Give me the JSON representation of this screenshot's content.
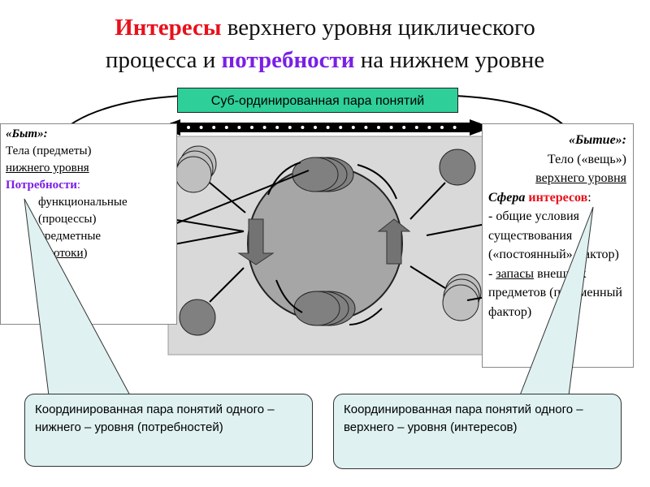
{
  "title": {
    "w1": "Интересы",
    "l1": " верхнего уровня циклического",
    "l2a": "процесса и ",
    "w2": "потребности",
    "l2b": " на нижнем уровне"
  },
  "sub_label": "Суб-ординированная пара понятий",
  "left": {
    "head": "«Быт»:",
    "l1": "Тела (предметы)",
    "l2": "нижнего уровня",
    "l3": "Потребности",
    "l3c": ":",
    "l4": "функциональные",
    "l5": "(процессы)",
    "l6": "предметные",
    "l7a": "(",
    "l7b": "потоки",
    ")": ")",
    "l7c": ")"
  },
  "right": {
    "head": "«Бытие»:",
    "l1": "Тело («вещь»)",
    "l2": "верхнего уровня",
    "l3a": "Сфера ",
    "l3b": "интересов",
    "l3c": ":",
    "l4": "- общие условия существования («постоянный» фактор)",
    "l5a": "- ",
    "l5b": "запасы",
    "l5c": " внешних предметов (переменный фактор)"
  },
  "callout_left": "Координированная пара понятий одного – нижнего – уровня (потребностей)",
  "callout_right": "Координированная пара понятий одного – верхнего – уровня (интересов)"
}
